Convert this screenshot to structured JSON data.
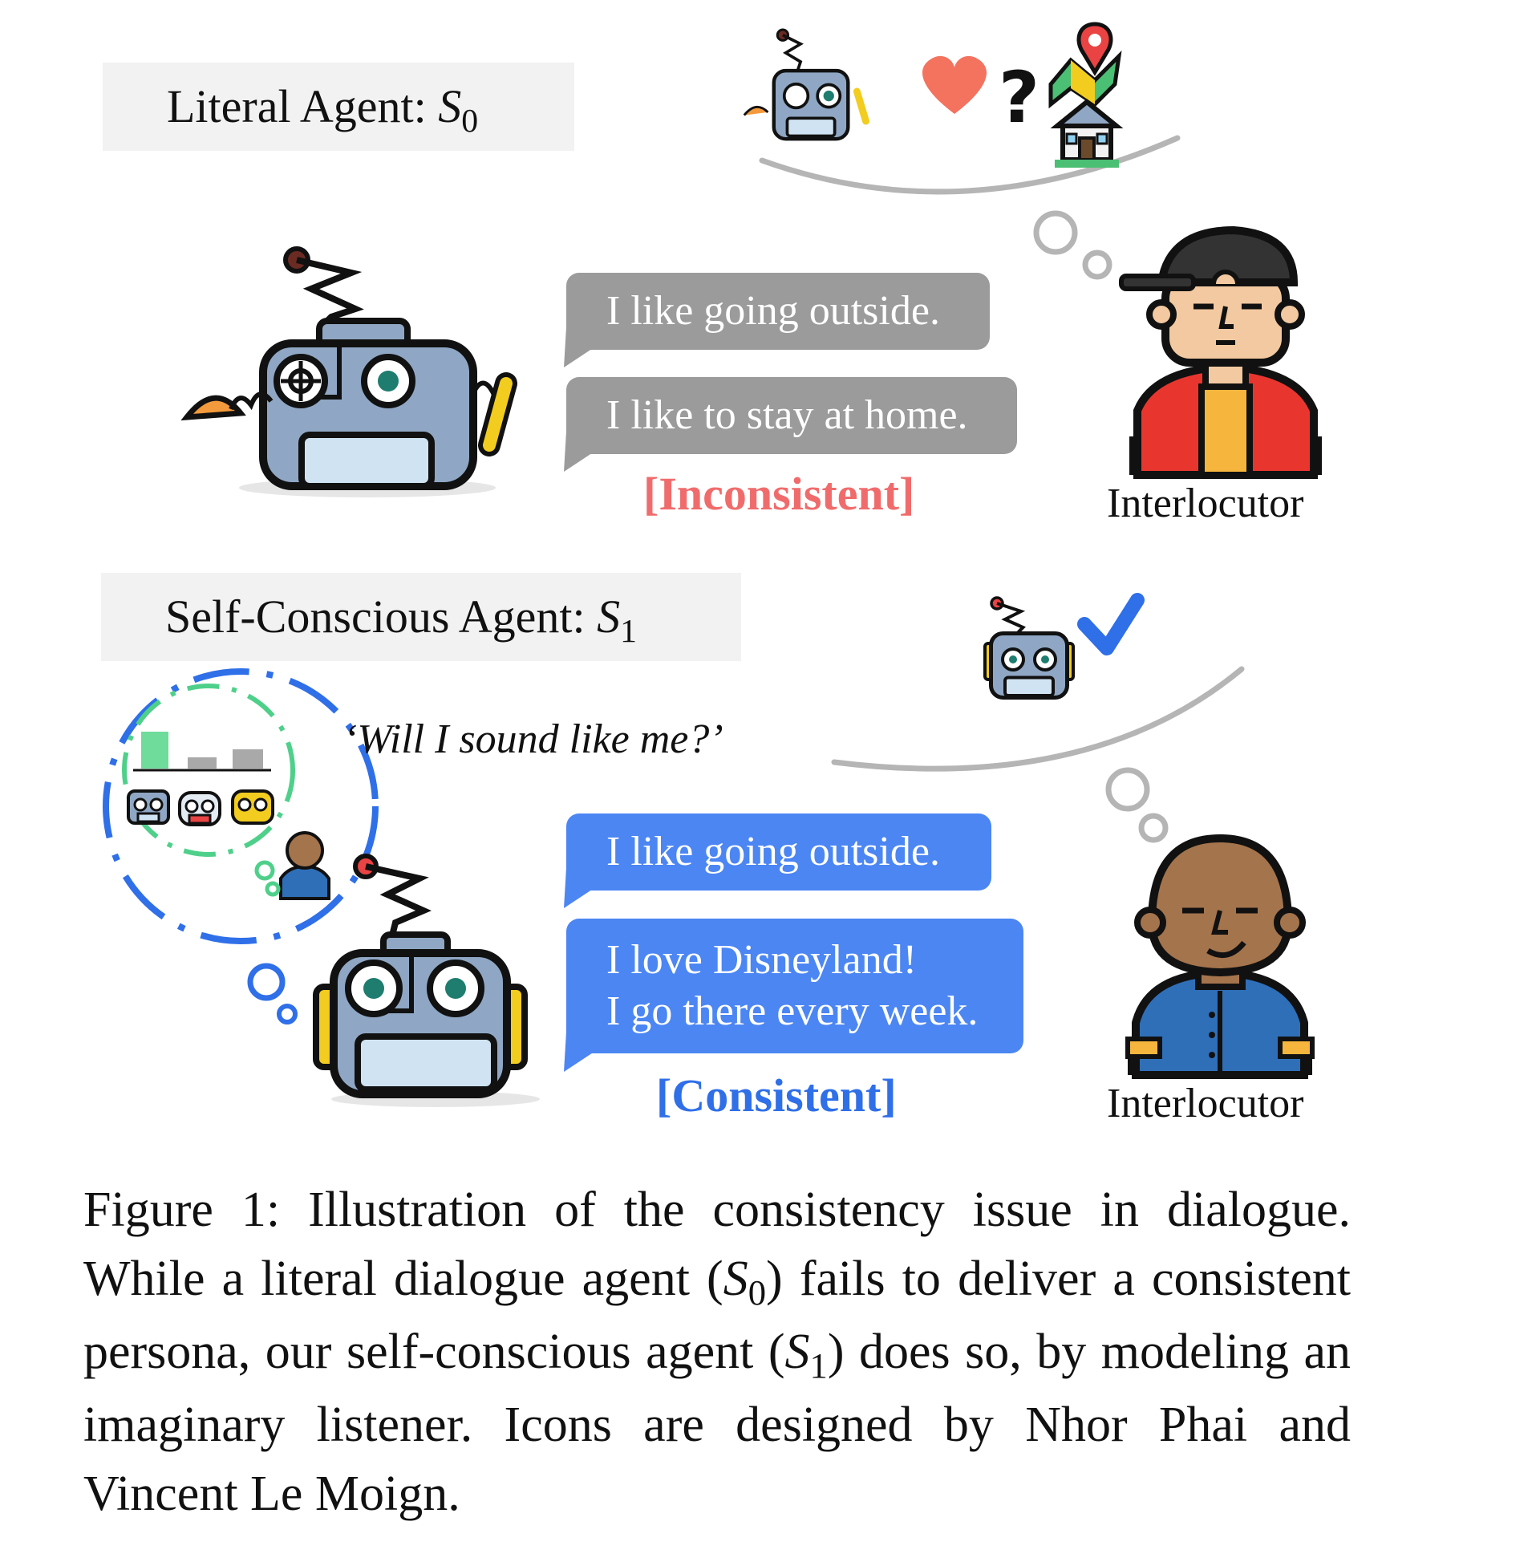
{
  "literal": {
    "label_prefix": "Literal Agent: ",
    "label_var": "S",
    "label_sub": "0",
    "utterance_1": "I like going outside.",
    "utterance_2": "I like to stay at home.",
    "verdict": "[Inconsistent]"
  },
  "selfconscious": {
    "label_prefix": "Self-Conscious Agent: ",
    "label_var": "S",
    "label_sub": "1",
    "thought": "‘Will I sound like me?’",
    "utterance_1": "I like going outside.",
    "utterance_2_line1": "I love Disneyland!",
    "utterance_2_line2": "I go there every week.",
    "verdict": "[Consistent]"
  },
  "interlocutor_label": "Interlocutor",
  "caption": {
    "part1": "Figure 1:  Illustration of the consistency issue in dialogue.  While a literal dialogue agent (",
    "var0": "S",
    "sub0": "0",
    "part2": ") fails to deliver a consistent persona, our self-conscious agent (",
    "var1": "S",
    "sub1": "1",
    "part3": ") does so, by modeling an imaginary listener.  Icons are designed by Nhor Phai and Vincent Le Moign."
  },
  "colors": {
    "inconsistent": "#f06c6c",
    "consistent": "#2f6fe8",
    "grey_bubble": "#9b9b9b",
    "blue_bubble": "#4b86f3",
    "robot_body": "#8fa7c4",
    "robot_screen": "#cfe3f2",
    "check": "#2f6fe8",
    "heart": "#f3735f"
  },
  "icons": [
    "robot-icon",
    "heart-icon",
    "question-icon",
    "map-pin-icon",
    "house-icon",
    "person-cap-icon",
    "person-bald-icon",
    "check-icon",
    "bar-chart-icon"
  ]
}
